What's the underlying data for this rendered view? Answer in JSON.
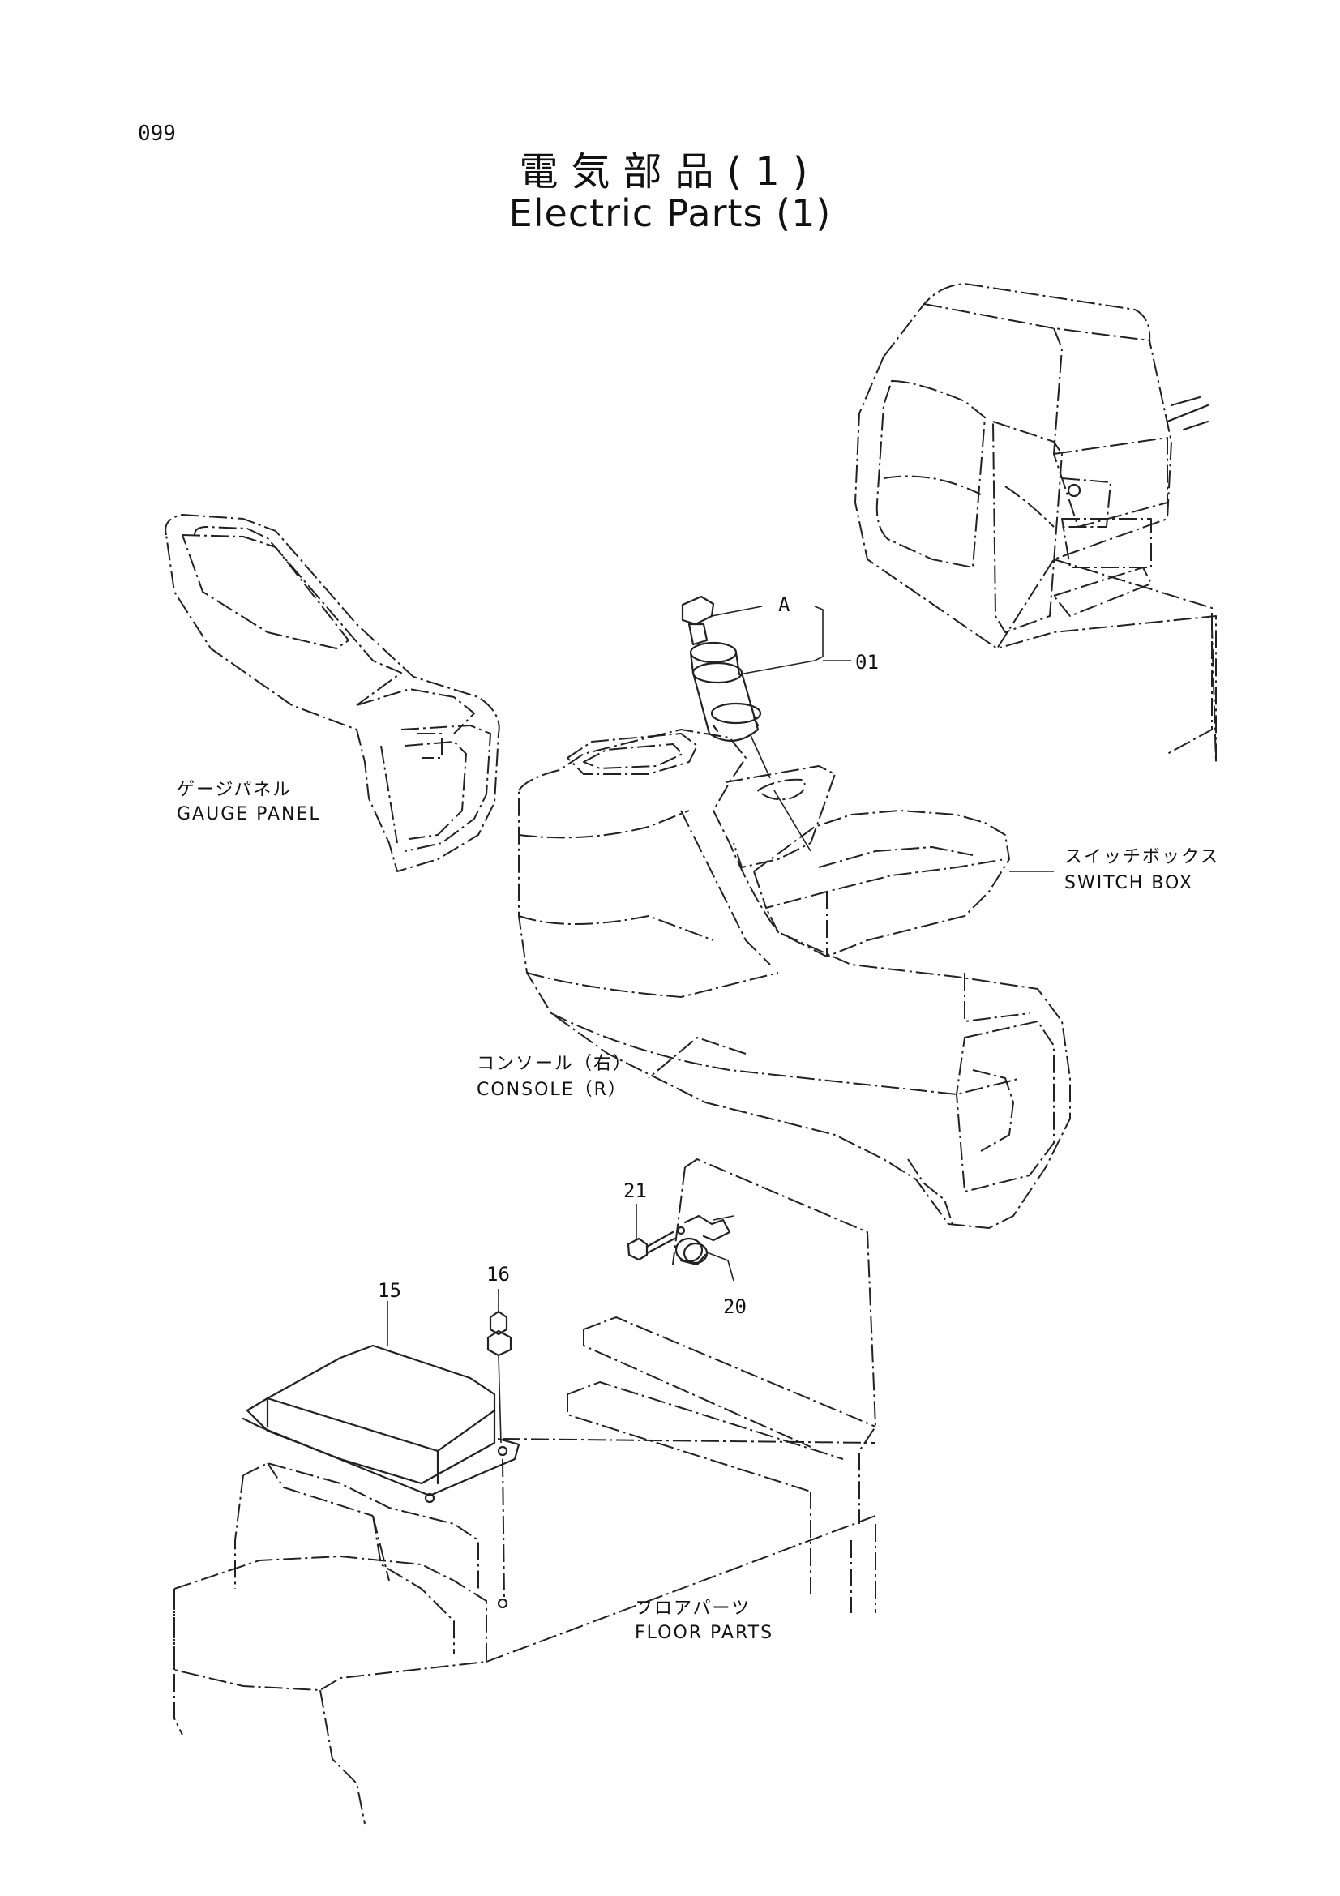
{
  "page_number": "099",
  "title_jp": "電気部品(1)",
  "title_en": "Electric Parts (1)",
  "labels": {
    "gauge_panel_jp": "ゲージパネル",
    "gauge_panel_en": "GAUGE PANEL",
    "switch_box_jp": "スイッチボックス",
    "switch_box_en": "SWITCH BOX",
    "console_jp": "コンソール（右）",
    "console_en": "CONSOLE（R）",
    "floor_parts_jp": "フロアパーツ",
    "floor_parts_en": "FLOOR PARTS"
  },
  "callouts": {
    "a": "A",
    "p01": "01",
    "p15": "15",
    "p16": "16",
    "p20": "20",
    "p21": "21"
  }
}
